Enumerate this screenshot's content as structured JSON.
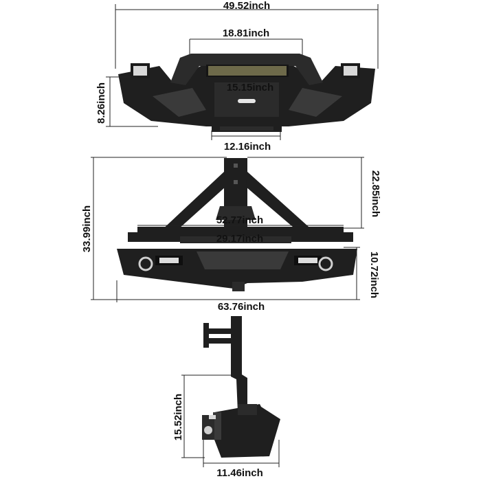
{
  "colors": {
    "steel": "#1f1f1f",
    "accent_led": "#d8c23a",
    "dimension": "#111111"
  },
  "front_bumper": {
    "overall_width": "49.52inch",
    "light_bar_mount": "18.81inch",
    "light_bar": "15.15inch",
    "height": "8.26inch",
    "winch_plate": "12.16inch"
  },
  "rear_bumper": {
    "tire_carrier_height": "22.85inch",
    "overall_height": "33.99inch",
    "top_rail": "52.77inch",
    "inner_rail": "29.17inch",
    "bumper_height": "10.72inch",
    "overall_width": "63.76inch"
  },
  "side_view": {
    "height": "15.52inch",
    "depth": "11.46inch"
  }
}
